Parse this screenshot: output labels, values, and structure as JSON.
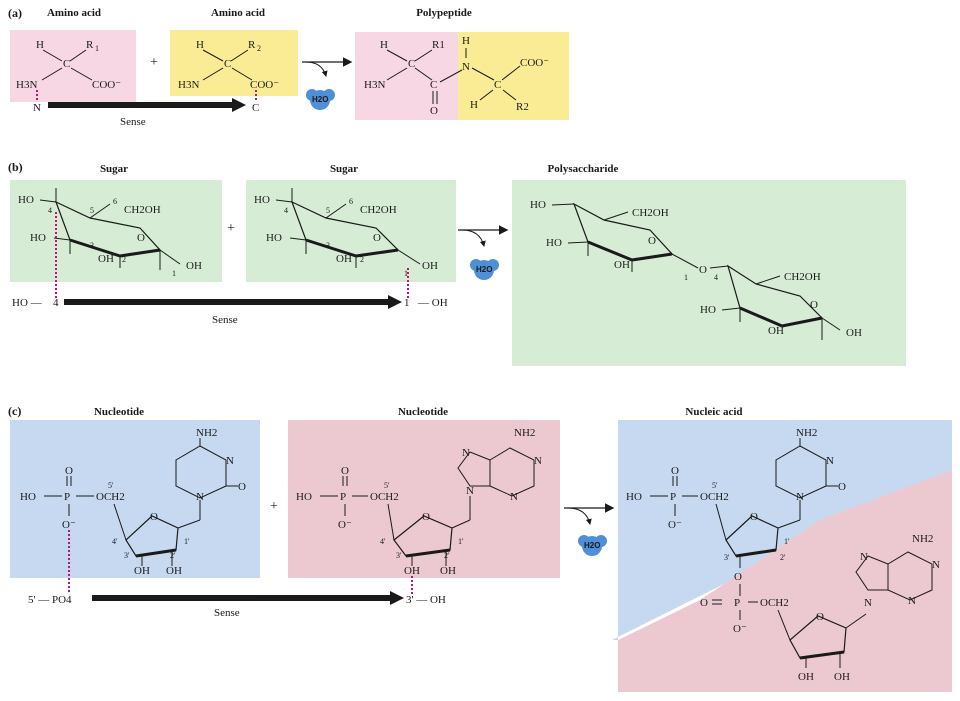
{
  "panels": {
    "a": {
      "label": "(a)",
      "monomer1_title": "Amino acid",
      "monomer2_title": "Amino acid",
      "product_title": "Polypeptide",
      "sense_label": "Sense",
      "water_label": "H2O",
      "monomer1": {
        "alpha": "C",
        "h": "H",
        "r": "R",
        "r_sub": "1",
        "amine": "H3N",
        "carboxyl": "COO⁻",
        "n_end": "N"
      },
      "monomer2": {
        "alpha": "C",
        "h": "H",
        "r": "R",
        "r_sub": "2",
        "amine": "H3N",
        "carboxyl": "COO⁻",
        "c_end": "C"
      },
      "product": {
        "h1": "H",
        "r1": "R1",
        "amine": "H3N",
        "alpha1": "C",
        "carbonyl_c": "C",
        "o": "O",
        "n": "N",
        "nh": "H",
        "alpha2": "C",
        "carboxyl": "COO⁻",
        "h2": "H",
        "r2": "R2"
      }
    },
    "b": {
      "label": "(b)",
      "monomer1_title": "Sugar",
      "monomer2_title": "Sugar",
      "product_title": "Polysaccharide",
      "sense_label": "Sense",
      "water_label": "H2O",
      "sense_left": "HO —",
      "sense_left_num": "4",
      "sense_right_num": "1",
      "sense_right": "— OH",
      "ring_labels": {
        "ho": "HO",
        "ch2oh": "CH2OH",
        "oh": "OH",
        "o": "O",
        "c1": "1",
        "c2": "2",
        "c3": "3",
        "c4": "4",
        "c5": "5",
        "c6": "6"
      },
      "product_labels": {
        "ho": "HO",
        "ch2oh": "CH2OH",
        "o": "O",
        "oh": "OH",
        "link": "O",
        "c1": "1",
        "c4": "4"
      }
    },
    "c": {
      "label": "(c)",
      "monomer1_title": "Nucleotide",
      "monomer2_title": "Nucleotide",
      "product_title": "Nucleic acid",
      "sense_label": "Sense",
      "water_label": "H2O",
      "sense_left": "5' — PO4",
      "sense_right": "3' — OH",
      "nucleotide1": {
        "nh2": "NH2",
        "n": "N",
        "o_base": "O",
        "ho": "HO",
        "p": "P",
        "o_top": "O",
        "o_minus": "O⁻",
        "och2": "OCH2",
        "five_prime": "5'",
        "four_prime": "4'",
        "three_prime": "3'",
        "two_prime": "2'",
        "one_prime": "1'",
        "oh3": "OH",
        "oh2": "OH",
        "ring_o": "O"
      },
      "nucleotide2": {
        "nh2": "NH2",
        "n": "N",
        "ho": "HO",
        "p": "P",
        "o_top": "O",
        "o_minus": "O⁻",
        "och2": "OCH2",
        "five_prime": "5'",
        "four_prime": "4'",
        "three_prime": "3'",
        "two_prime": "2'",
        "one_prime": "1'",
        "oh3": "OH",
        "oh2": "OH",
        "ring_o": "O"
      },
      "product": {
        "nh2_top": "NH2",
        "nh2_bottom": "NH2",
        "n": "N",
        "o": "O",
        "ho": "HO",
        "p": "P",
        "o_minus": "O⁻",
        "och2": "OCH2",
        "five_prime": "5'",
        "three_prime": "3'",
        "two_prime": "2'",
        "one_prime": "1'",
        "oh": "OH"
      }
    }
  },
  "colors": {
    "pink": "#f7d7e4",
    "yellow": "#faec95",
    "green": "#d6ecd5",
    "blue": "#c7d9f0",
    "rose": "#ecc9d1",
    "water": "#4f8fd6",
    "dotted": "#c0127a"
  }
}
